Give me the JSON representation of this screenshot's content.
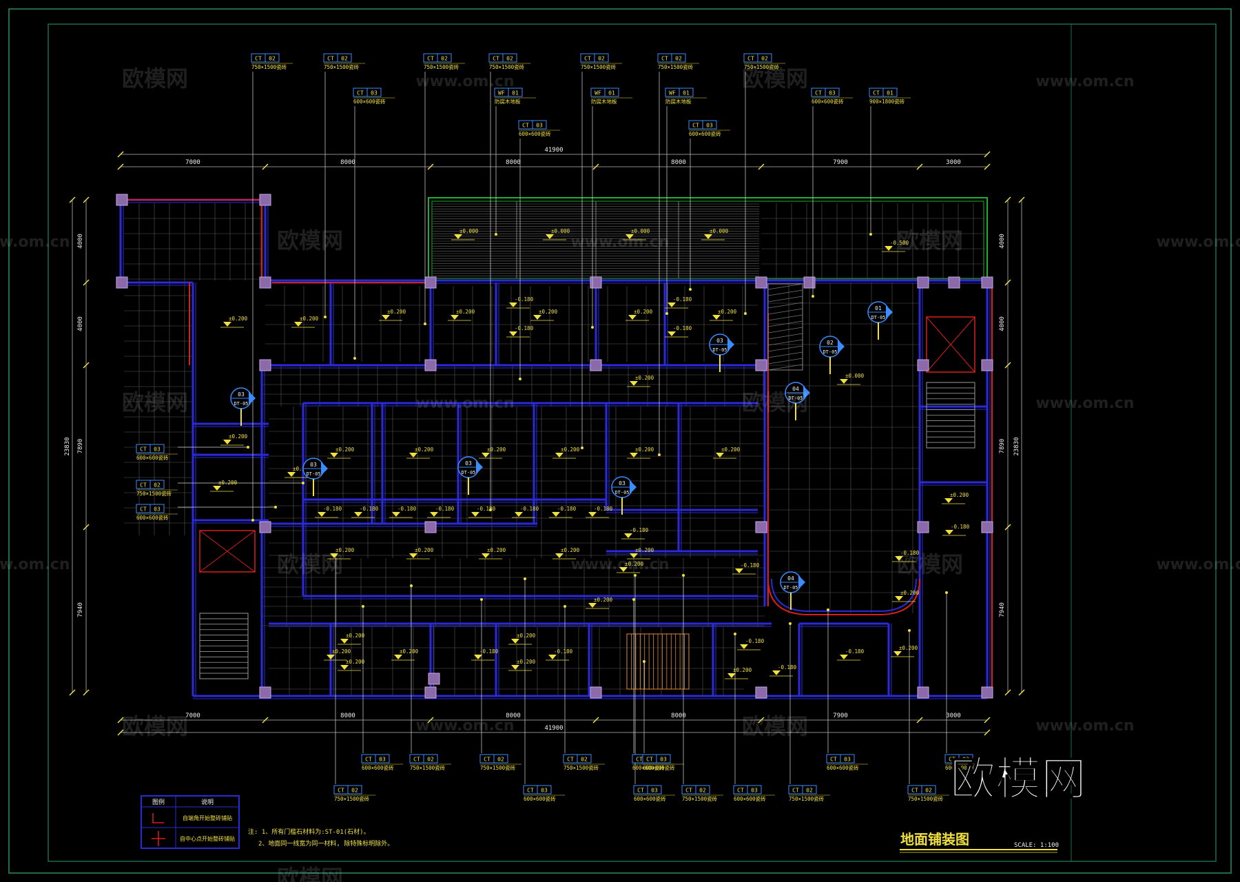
{
  "drawing": {
    "title": "地面铺装图",
    "scale": "SCALE: 1:100"
  },
  "watermark": {
    "brand": "欧模网",
    "url": "www.om.cn"
  },
  "colors": {
    "background": "#000000",
    "frame": "#1f6b4a",
    "wall": "#2a2ad8",
    "wall_red": "#d81e1e",
    "grid": "#5a5a5a",
    "dim": "#f0e040",
    "tag": "#3a8cff",
    "column": "#8a6aa8",
    "terrace": "#1fae2f"
  },
  "dimensions": {
    "top_total": "41900",
    "bottom_total": "41900",
    "top_segments": [
      "7000",
      "8000",
      "8000",
      "8000",
      "7900",
      "3000"
    ],
    "bottom_segments": [
      "7000",
      "8000",
      "8000",
      "8000",
      "7900",
      "3000"
    ],
    "left_total": "23830",
    "right_total": "23830",
    "left_segments": [
      "4000",
      "4000",
      "7890",
      "7940"
    ],
    "right_segments": [
      "4000",
      "4000",
      "7890",
      "7940"
    ]
  },
  "material_tags_top": [
    {
      "code": "CT",
      "num": "02",
      "spec": "750×1500瓷砖"
    },
    {
      "code": "CT",
      "num": "02",
      "spec": "750×1500瓷砖"
    },
    {
      "code": "CT",
      "num": "03",
      "spec": "600×600瓷砖"
    },
    {
      "code": "CT",
      "num": "02",
      "spec": "750×1500瓷砖"
    },
    {
      "code": "CT",
      "num": "02",
      "spec": "750×1500瓷砖"
    },
    {
      "code": "WF",
      "num": "01",
      "spec": "防腐木地板"
    },
    {
      "code": "CT",
      "num": "03",
      "spec": "600×600瓷砖"
    },
    {
      "code": "CT",
      "num": "02",
      "spec": "750×1500瓷砖"
    },
    {
      "code": "WF",
      "num": "01",
      "spec": "防腐木地板"
    },
    {
      "code": "CT",
      "num": "02",
      "spec": "750×1500瓷砖"
    },
    {
      "code": "WF",
      "num": "01",
      "spec": "防腐木地板"
    },
    {
      "code": "CT",
      "num": "03",
      "spec": "600×600瓷砖"
    },
    {
      "code": "CT",
      "num": "02",
      "spec": "750×1500瓷砖"
    },
    {
      "code": "CT",
      "num": "03",
      "spec": "600×600瓷砖"
    },
    {
      "code": "CT",
      "num": "01",
      "spec": "900×1800瓷砖"
    }
  ],
  "material_tags_left": [
    {
      "code": "CT",
      "num": "03",
      "spec": "600×600瓷砖"
    },
    {
      "code": "CT",
      "num": "02",
      "spec": "750×1500瓷砖"
    },
    {
      "code": "CT",
      "num": "03",
      "spec": "600×600瓷砖"
    }
  ],
  "material_tags_bottom": [
    {
      "code": "CT",
      "num": "02",
      "spec": "750×1500瓷砖"
    },
    {
      "code": "CT",
      "num": "03",
      "spec": "600×600瓷砖"
    },
    {
      "code": "CT",
      "num": "02",
      "spec": "750×1500瓷砖"
    },
    {
      "code": "CT",
      "num": "02",
      "spec": "750×1500瓷砖"
    },
    {
      "code": "CT",
      "num": "03",
      "spec": "600×600瓷砖"
    },
    {
      "code": "CT",
      "num": "02",
      "spec": "750×1500瓷砖"
    },
    {
      "code": "CT",
      "num": "03",
      "spec": "600×600瓷砖"
    },
    {
      "code": "CT",
      "num": "02",
      "spec": "750×1500瓷砖"
    },
    {
      "code": "CT",
      "num": "03",
      "spec": "600×600瓷砖"
    },
    {
      "code": "CT",
      "num": "03",
      "spec": "600×600瓷砖"
    },
    {
      "code": "CT",
      "num": "03",
      "spec": "600×600瓷砖"
    },
    {
      "code": "CT",
      "num": "02",
      "spec": "750×1500瓷砖"
    },
    {
      "code": "CT",
      "num": "03",
      "spec": "600×600瓷砖"
    },
    {
      "code": "CT",
      "num": "02",
      "spec": "750×1500瓷砖"
    },
    {
      "code": "CT",
      "num": "03",
      "spec": "600×600瓷砖"
    }
  ],
  "elevations": [
    "±0.000",
    "±0.000",
    "±0.000",
    "±0.000",
    "-0.500",
    "±0.000",
    "±0.200",
    "±0.200",
    "±0.200",
    "±0.200",
    "±0.200",
    "±0.200",
    "±0.200",
    "±0.200",
    "-0.180",
    "-0.180",
    "-0.180",
    "-0.180",
    "±0.200",
    "±0.200",
    "±0.200",
    "±0.200",
    "±0.200",
    "±0.200",
    "±0.200",
    "±0.200",
    "±0.200",
    "-0.180",
    "-0.180",
    "-0.180",
    "-0.180",
    "-0.180",
    "-0.180",
    "-0.180",
    "-0.180",
    "-0.180",
    "±0.200",
    "±0.200",
    "±0.200",
    "±0.200",
    "±0.200",
    "±0.200",
    "-0.180",
    "±0.200",
    "±0.200",
    "±0.200",
    "±0.200",
    "-0.180",
    "-0.180",
    "-0.180",
    "±0.200",
    "±0.200",
    "±0.200",
    "±0.200",
    "-0.180",
    "±0.200",
    "-0.180",
    "±0.200",
    "-0.180",
    "±0.200",
    "-0.180"
  ],
  "section_marks": [
    {
      "num": "01",
      "ref": "DT-05"
    },
    {
      "num": "02",
      "ref": "DT-05"
    },
    {
      "num": "03",
      "ref": "DT-05"
    },
    {
      "num": "03",
      "ref": "DT-05"
    },
    {
      "num": "03",
      "ref": "DT-05"
    },
    {
      "num": "03",
      "ref": "DT-05"
    },
    {
      "num": "03",
      "ref": "DT-05"
    },
    {
      "num": "04",
      "ref": "DT-05"
    },
    {
      "num": "04",
      "ref": "DT-05"
    }
  ],
  "legend": {
    "col_symbol": "图例",
    "col_desc": "说明",
    "rows": [
      "自端角开始整砖铺贴",
      "自中心点开始整砖铺贴"
    ]
  },
  "notes": {
    "line1": "注: 1、所有门槛石材料为:ST-01(石材)。",
    "line2": "2、地面同一线宽为同一材料, 除特殊标明除外。"
  }
}
